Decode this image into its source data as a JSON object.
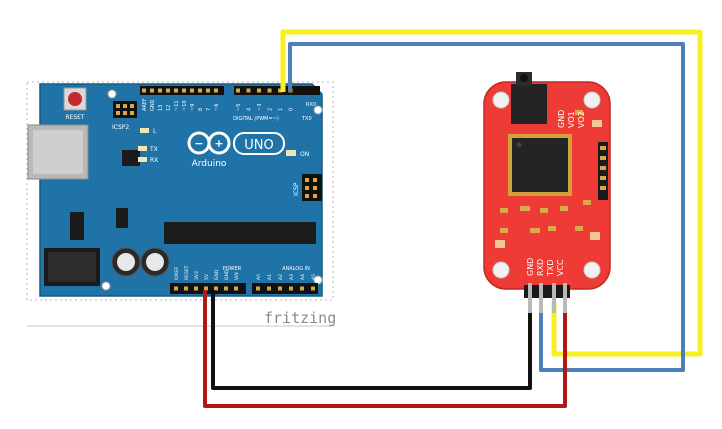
{
  "arduino": {
    "reset": "RESET",
    "icsp2": "ICSP2",
    "icsp": "ICSP",
    "led_l": "L",
    "tx": "TX",
    "rx": "RX",
    "on": "ON",
    "logo_word": "Arduino",
    "model": "UNO",
    "digital_header": "DIGITAL (PWM=~)",
    "tx0": "TX0",
    "rx0": "RX0",
    "top_pins": [
      "AREF",
      "GND",
      "13",
      "12",
      "~11",
      "~10",
      "~9",
      "8",
      "7",
      "~6",
      "~5",
      "4",
      "~3",
      "2",
      "1",
      "0"
    ],
    "power_header": "POWER",
    "analog_header": "ANALOG IN",
    "power_pins": [
      "IOREF",
      "RESET",
      "3V3",
      "5V",
      "GND",
      "GND",
      "VIN"
    ],
    "analog_pins": [
      "A0",
      "A1",
      "A2",
      "A3",
      "A4",
      "A5"
    ]
  },
  "watermark": "fritzing",
  "module": {
    "top_pins": [
      "GND",
      "VO1",
      "VO2"
    ],
    "bottom_pins": [
      "GND",
      "RXD",
      "TXD",
      "VCC"
    ]
  },
  "colors": {
    "board": "#1f73a6",
    "module": "#ee3b35",
    "wire_yellow": "#f7ef1e",
    "wire_blue": "#4f7fb8",
    "wire_black": "#111111",
    "wire_red": "#b01818"
  }
}
